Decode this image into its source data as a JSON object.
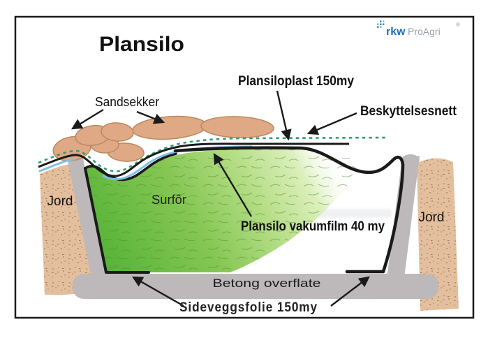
{
  "title": "Plansilo",
  "logo": {
    "brand": "rkw",
    "name": "ProAgri",
    "registered": "®"
  },
  "labels": {
    "sandbags": "Sandsekker",
    "top_film": "Plansiloplast 150my",
    "protection_net": "Beskyttelsesnett",
    "soil_left": "Jord",
    "soil_right": "Jord",
    "silage": "Surfôr",
    "vacuum_film": "Plansilo vakumfilm 40 my",
    "concrete_surface": "Betong overflate",
    "side_wall_foil": "Sideveggsfolie 150my"
  },
  "colors": {
    "sandbag": "#dfa985",
    "sandbag_outline": "#bf8a5e",
    "soil": "#e3bf9e",
    "concrete": "#bdb9ba",
    "silage_dark": "#58b438",
    "silage_light": "#d8edb0",
    "net_dashed": "#2f9e6e",
    "vacuum_film_blue": "#7fc0e8",
    "line_black": "#1a1a1a",
    "logo_blue": "#1e73b8",
    "logo_gray": "#9aa0a6"
  }
}
